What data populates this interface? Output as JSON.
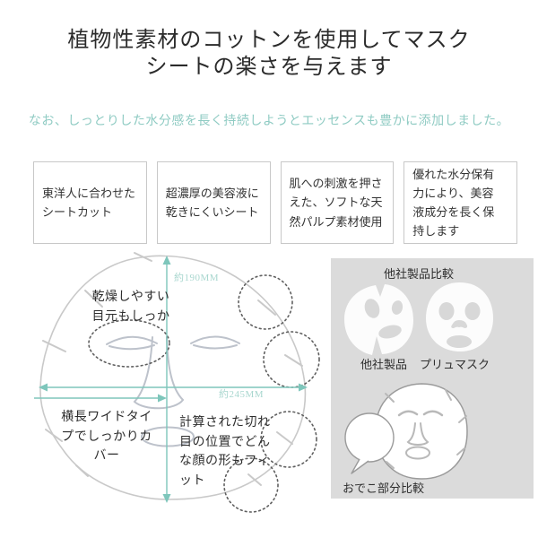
{
  "header": {
    "title_lines": [
      "植物性素材のコットンを使用してマスク",
      "シートの楽さを与えます"
    ],
    "subtitle": "なお、しっとりした水分感を長く持続しようとエッセンスも豊かに添加しました。"
  },
  "features": [
    {
      "lines": [
        "東洋人に合わせた",
        "シートカット"
      ]
    },
    {
      "lines": [
        "超濃厚の美容液に",
        "乾きにくいシート"
      ]
    },
    {
      "lines": [
        "肌への刺激を押さ",
        "えた、ソフトな天",
        "然パルプ素材使用"
      ]
    },
    {
      "lines": [
        "優れた水分保有",
        "力により、美容",
        "液成分を長く保",
        "持します"
      ]
    }
  ],
  "diagram": {
    "vertical_measure": "約190MM",
    "horizontal_measure": "約245MM",
    "eye_note_lines": [
      "乾燥しやすい",
      "目元もしっか"
    ],
    "wide_note_lines": [
      "横長ワイドタイ",
      "プでしっかりカ",
      "バー"
    ],
    "fit_note_lines": [
      "計算された切れ",
      "目の位置でどん",
      "な顔の形もフィ",
      "ット"
    ]
  },
  "comparison": {
    "title": "他社製品比較",
    "other_label": "他社製品",
    "brand_label": "プリュマスク",
    "forehead_label": "おでこ部分比較"
  },
  "colors": {
    "accent_teal": "#7ec6bb",
    "subtitle_teal": "#8fcbc3",
    "measure_label_teal": "#a9d7cf",
    "panel_gray": "#dbdbdb",
    "mask_outline_gray": "#c9c9c9",
    "face_feature_gray": "#bdc2cb",
    "dotted_circle_gray": "#5f5f5f",
    "text_dark": "#2f2f2f"
  }
}
